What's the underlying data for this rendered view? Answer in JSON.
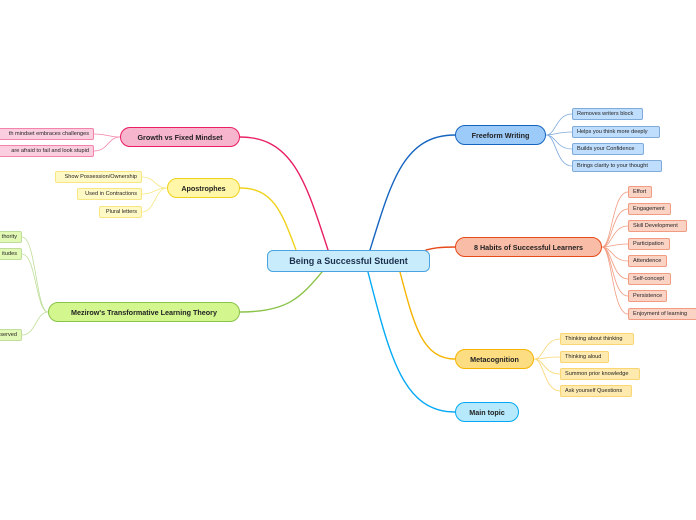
{
  "central": "Being a Successful Student",
  "topics": {
    "freeform": {
      "label": "Freeform Writing",
      "color": "#1565c0",
      "fill": "#9ccbfa",
      "items": [
        "Removes writers block",
        "Helps you think more deeply",
        "Builds your Confidence",
        "Brings clarity to your thought"
      ]
    },
    "habits": {
      "label": "8 Habits of Successful Learners",
      "color": "#e64a19",
      "fill": "#f9bca6",
      "items": [
        "Effort",
        "Engagement",
        "Skill Development",
        "Participation",
        "Attendence",
        "Self-concept",
        "Persistence",
        "Enjoyment of learning"
      ]
    },
    "metacognition": {
      "label": "Metacognition",
      "color": "#f5b400",
      "fill": "#fddd82",
      "items": [
        "Thinking about thinking",
        "Thinking aloud",
        "Summon prior knowledge",
        "Ask yourself Questions"
      ]
    },
    "main_topic": {
      "label": "Main topic",
      "color": "#03a9f4",
      "fill": "#b6e9fb",
      "items": []
    },
    "growth": {
      "label": "Growth vs Fixed Mindset",
      "color": "#e91e63",
      "fill": "#f7b4cd",
      "items": [
        "th mindset embraces challenges",
        "are afraid to fail and look stupid"
      ]
    },
    "apostrophes": {
      "label": "Apostrophes",
      "color": "#f0d21b",
      "fill": "#fff6a8",
      "items": [
        "Show Possession/Ownership",
        "Used in Contractions",
        "Plural letters"
      ]
    },
    "mezirow": {
      "label": "Mezirow's Transformative Learning Theory",
      "color": "#8bc34a",
      "fill": "#d3f68f",
      "items": [
        "thority",
        "itudes",
        "served"
      ]
    }
  }
}
